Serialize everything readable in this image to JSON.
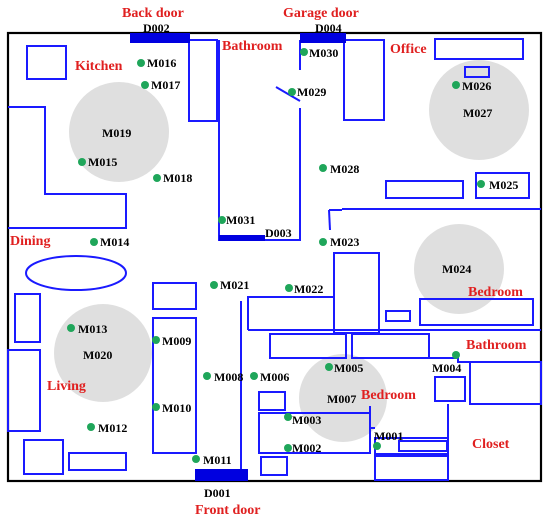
{
  "colors": {
    "walls": "#1a1aff",
    "outer": "#000000",
    "labels": "#e02020",
    "sensors": "#1fa65a",
    "zones": "#d9d9d9",
    "doors": "#0000e0"
  },
  "rooms": [
    {
      "key": "kitchen",
      "label": "Kitchen"
    },
    {
      "key": "bathroom_top",
      "label": "Bathroom"
    },
    {
      "key": "office",
      "label": "Office"
    },
    {
      "key": "dining",
      "label": "Dining"
    },
    {
      "key": "bedroom_right",
      "label": "Bedroom"
    },
    {
      "key": "bathroom_right",
      "label": "Bathroom"
    },
    {
      "key": "living",
      "label": "Living"
    },
    {
      "key": "bedroom_center",
      "label": "Bedroom"
    },
    {
      "key": "closet",
      "label": "Closet"
    }
  ],
  "doors": [
    {
      "key": "back",
      "name": "Back door",
      "id": "D002"
    },
    {
      "key": "garage",
      "name": "Garage door",
      "id": "D004"
    },
    {
      "key": "front",
      "name": "Front door",
      "id": "D001"
    },
    {
      "key": "bath",
      "name": "",
      "id": "D003"
    }
  ],
  "zones": [
    "M019",
    "M027",
    "M024",
    "M020",
    "M007"
  ],
  "sensors": [
    "M016",
    "M017",
    "M015",
    "M018",
    "M030",
    "M029",
    "M026",
    "M028",
    "M025",
    "M031",
    "M014",
    "M023",
    "M021",
    "M022",
    "M013",
    "M009",
    "M005",
    "M004",
    "M008",
    "M006",
    "M010",
    "M003",
    "M012",
    "M002",
    "M001",
    "M011"
  ]
}
